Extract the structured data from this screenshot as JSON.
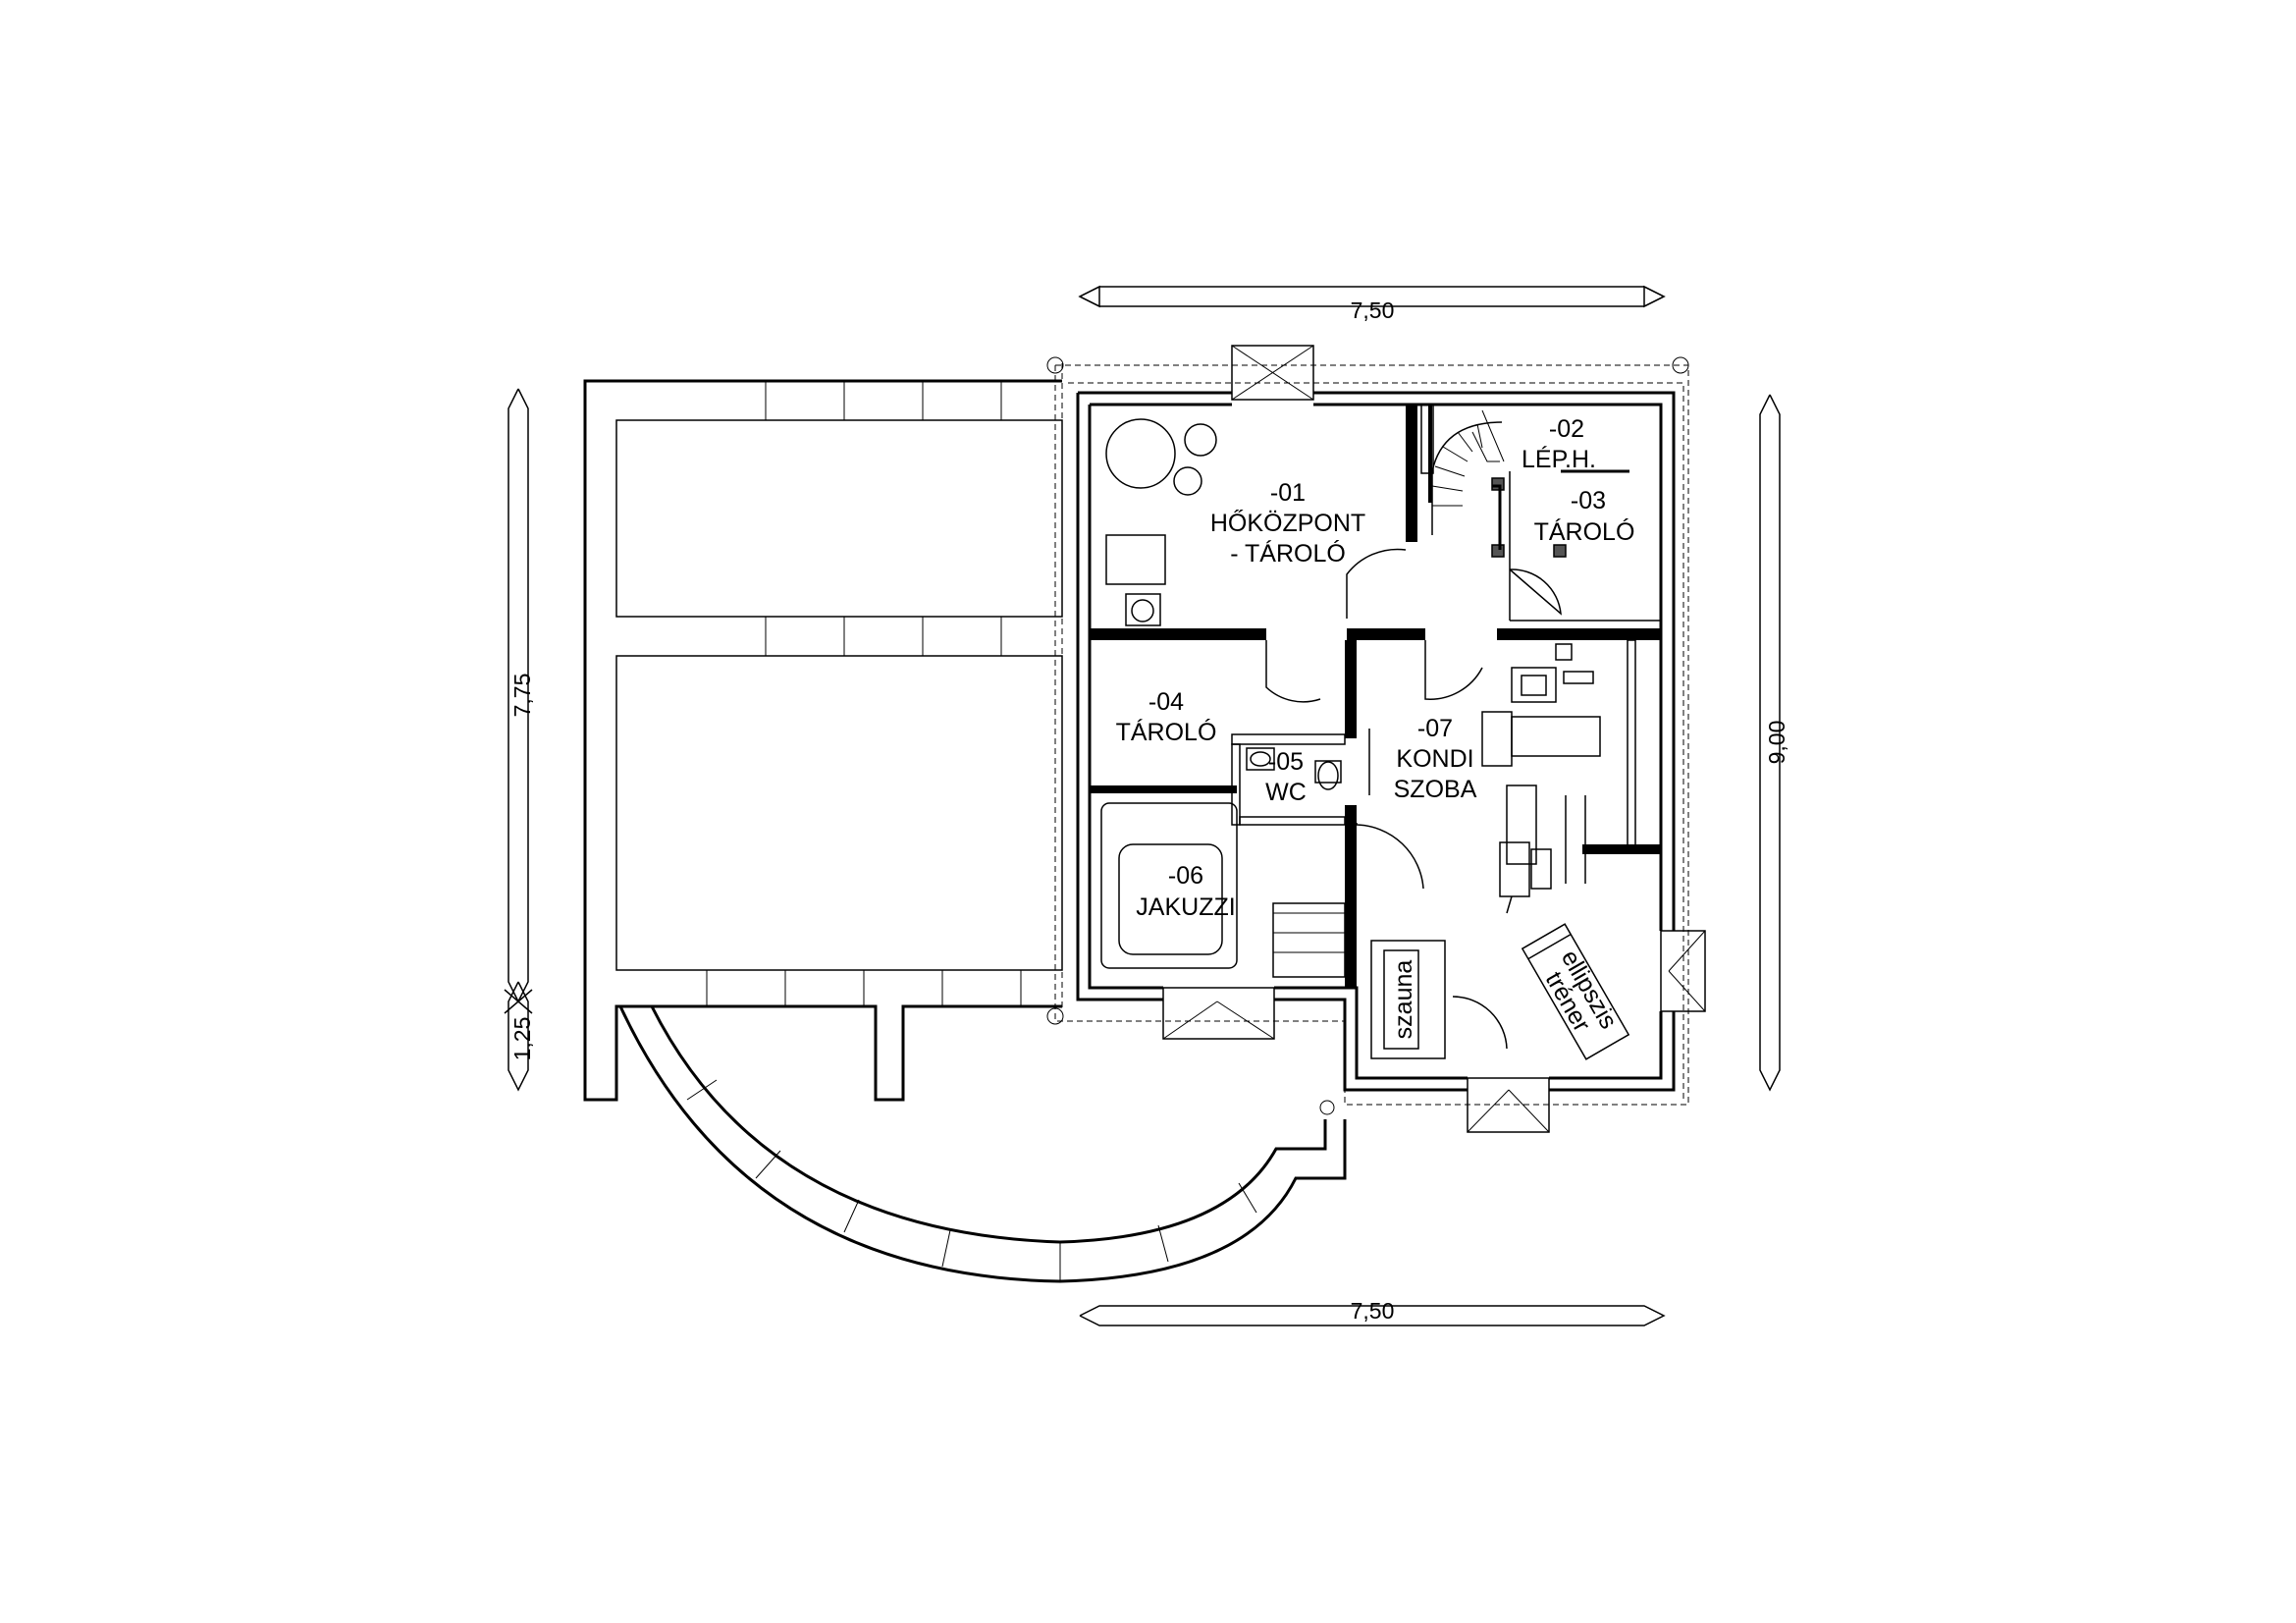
{
  "plan": {
    "dimensions": {
      "top_width": "7,50",
      "bottom_width": "7,50",
      "right_height": "9,00",
      "left_height": "7,75",
      "left_small": "1,25"
    },
    "rooms": [
      {
        "id": "r01",
        "num": "-01",
        "name1": "HŐKÖZPONT",
        "name2": "- TÁROLÓ"
      },
      {
        "id": "r02",
        "num": "-02",
        "name1": "LÉP.H.",
        "name2": ""
      },
      {
        "id": "r03",
        "num": "-03",
        "name1": "TÁROLÓ",
        "name2": ""
      },
      {
        "id": "r04",
        "num": "-04",
        "name1": "TÁROLÓ",
        "name2": ""
      },
      {
        "id": "r05",
        "num": "-05",
        "name1": "WC",
        "name2": ""
      },
      {
        "id": "r06",
        "num": "-06",
        "name1": "JAKUZZI",
        "name2": ""
      },
      {
        "id": "r07",
        "num": "-07",
        "name1": "KONDI",
        "name2": "SZOBA"
      }
    ],
    "fixtures": {
      "sauna": "szauna",
      "trainer1": "ellipszis",
      "trainer2": "tréner"
    }
  }
}
